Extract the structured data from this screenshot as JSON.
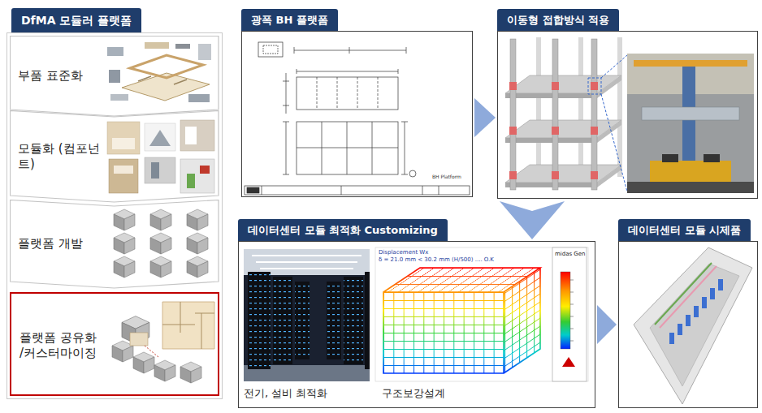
{
  "diagram": {
    "nodes": [
      {
        "text": [
          "DfMA 모듈러 플랫폼"
        ]
      },
      {
        "text": [
          "부품 표준화"
        ],
        "in": 0
      },
      {
        "text": [
          "모듈화 (컴포넌트)"
        ],
        "in": 0
      },
      {
        "text": [
          "플랫폼 개발"
        ],
        "in": 0
      },
      {
        "text": [
          "플랫폼 공유화 /커스터마이징"
        ],
        "in": 0
      },
      {
        "text": [
          "광폭 BH 플랫폼"
        ]
      },
      {
        "text": [
          "이동형 접합방식 적용"
        ]
      },
      {
        "text": [
          "데이터센터 모듈 최적화 Customizing"
        ]
      },
      {
        "text": [
          "데이터센터 모듈 시제품"
        ]
      }
    ],
    "edges": [
      {
        "from": 5,
        "to": 6,
        "arrow": "to"
      },
      {
        "from": 6,
        "to": 7,
        "arrow": "to"
      },
      {
        "from": 7,
        "to": 8,
        "arrow": "to"
      }
    ],
    "labels": [
      "BH Platform",
      "Displacement Wx",
      "δ = 21.0 mm < 30.2 mm (H/500) .... O.K",
      "midas Gen",
      "전기, 설비 최적화",
      "구조보강설계"
    ]
  }
}
